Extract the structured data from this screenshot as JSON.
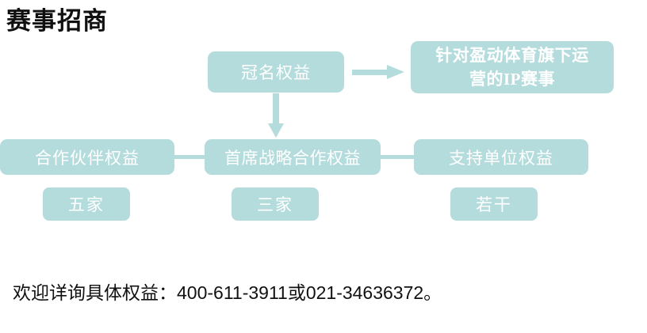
{
  "page": {
    "title": "赛事招商",
    "background_color": "#ffffff",
    "accent_color": "#b5dcdc",
    "node_text_color": "#ffffff",
    "body_text_color": "#111111"
  },
  "diagram": {
    "top_row": {
      "title_rights": "冠名权益",
      "ip_events": "针对盈动体育旗下运\n营的IP赛事"
    },
    "middle_row": {
      "partner_rights": "合作伙伴权益",
      "chief_strategic_rights": "首席战略合作权益",
      "support_unit_rights": "支持单位权益"
    },
    "count_row": {
      "partner_count": "五家",
      "chief_count": "三家",
      "support_count": "若干"
    }
  },
  "footer": {
    "contact_line": "欢迎详询具体权益：400-611-3911或021-34636372。"
  }
}
